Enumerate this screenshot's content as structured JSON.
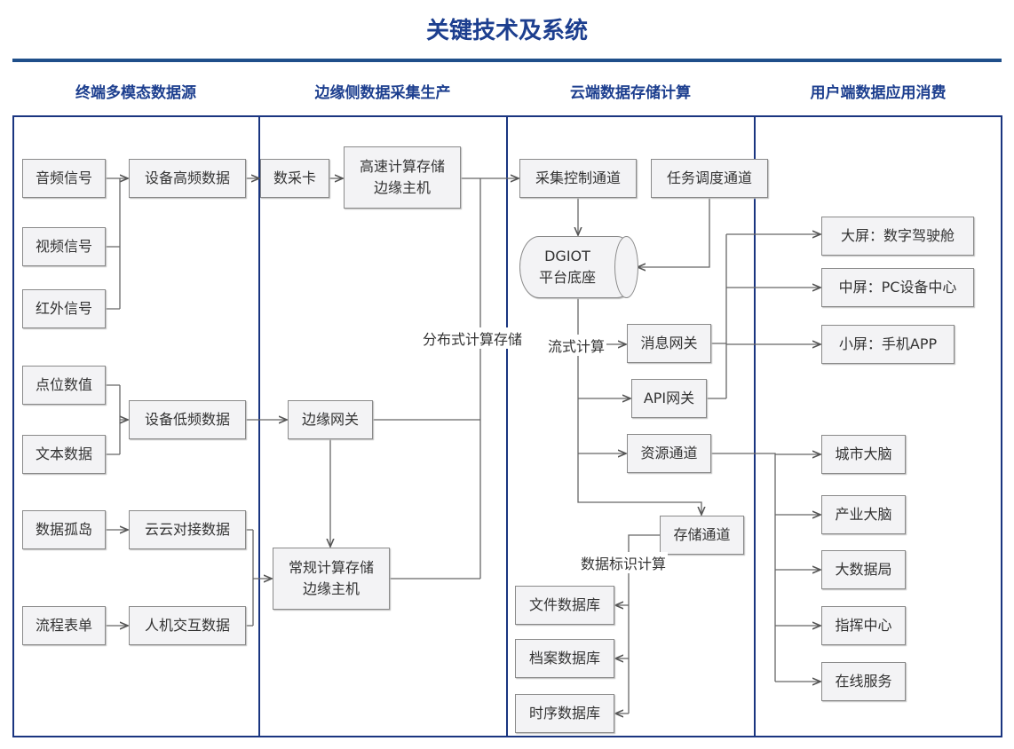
{
  "title": "关键技术及系统",
  "columns": [
    "终端多模态数据源",
    "边缘侧数据采集生产",
    "云端数据存储计算",
    "用户端数据应用消费"
  ],
  "terminal": {
    "sources": [
      "音频信号",
      "视频信号",
      "红外信号",
      "点位数值",
      "文本数据",
      "数据孤岛",
      "流程表单"
    ],
    "data": [
      "设备高频数据",
      "设备低频数据",
      "云云对接数据",
      "人机交互数据"
    ]
  },
  "edge": {
    "card": "数采卡",
    "high_host": [
      "高速计算存储",
      "边缘主机"
    ],
    "gateway": "边缘网关",
    "normal_host": [
      "常规计算存储",
      "边缘主机"
    ],
    "distributed": "分布式计算存储"
  },
  "cloud": {
    "collect": "采集控制通道",
    "task": "任务调度通道",
    "platform": [
      "DGIOT",
      "平台底座"
    ],
    "stream": "流式计算",
    "msg_gw": "消息网关",
    "api_gw": "API网关",
    "resource": "资源通道",
    "storage": "存储通道",
    "data_id": "数据标识计算",
    "dbs": [
      "文件数据库",
      "档案数据库",
      "时序数据库"
    ]
  },
  "user": {
    "screens": [
      "大屏：数字驾驶舱",
      "中屏：PC设备中心",
      "小屏：手机APP"
    ],
    "apps": [
      "城市大脑",
      "产业大脑",
      "大数据局",
      "指挥中心",
      "在线服务"
    ]
  }
}
